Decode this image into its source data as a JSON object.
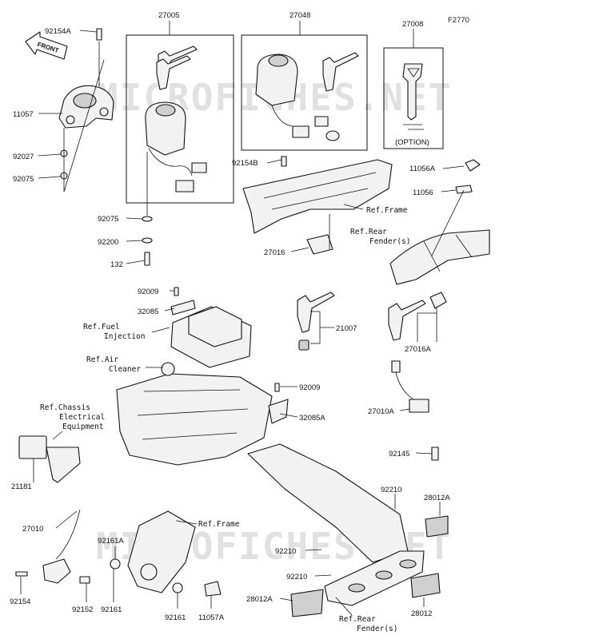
{
  "diagram_code": "F2770",
  "watermark": "MICROFICHES.NET",
  "front_arrow_text": "FRONT",
  "option_text": "(OPTION)",
  "part_labels": {
    "p92154A": "92154A",
    "p27005": "27005",
    "p27048": "27048",
    "p27008": "27008",
    "p11057": "11057",
    "p92027": "92027",
    "p92075a": "92075",
    "p92154B": "92154B",
    "p11056A": "11056A",
    "p11056": "11056",
    "p92075b": "92075",
    "p92200": "92200",
    "p132": "132",
    "p27016": "27016",
    "p92009a": "92009",
    "p32085": "32085",
    "p21007": "21007",
    "p27016A": "27016A",
    "p92009b": "92009",
    "p32085A": "32085A",
    "p27010A": "27010A",
    "p21181": "21181",
    "p92145": "92145",
    "p92210a": "92210",
    "p28012A_r": "28012A",
    "p27010": "27010",
    "p92161A": "92161A",
    "p92210b": "92210",
    "p92210c": "92210",
    "p92154": "92154",
    "p92152": "92152",
    "p92161a": "92161",
    "p92161b": "92161",
    "p11057A": "11057A",
    "p28012A_l": "28012A",
    "p28012": "28012"
  },
  "ref_labels": {
    "frame_top": "Ref.Frame",
    "rear_fender_top_1": "Ref.Rear",
    "rear_fender_top_2": "Fender(s)",
    "fuel_1": "Ref.Fuel",
    "fuel_2": "Injection",
    "air_1": "Ref.Air",
    "air_2": "Cleaner",
    "chassis_1": "Ref.Chassis",
    "chassis_2": "Electrical",
    "chassis_3": "Equipment",
    "frame_bottom": "Ref.Frame",
    "rear_fender_bottom_1": "Ref.Rear",
    "rear_fender_bottom_2": "Fender(s)"
  }
}
